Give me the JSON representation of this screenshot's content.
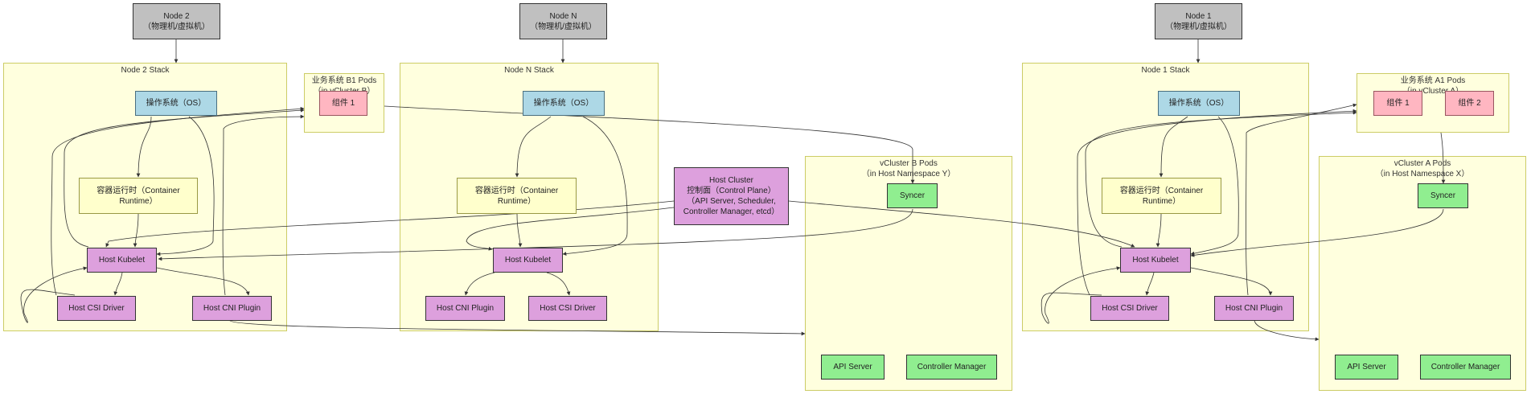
{
  "colors": {
    "physical_node": "#c0c0c0",
    "os": "#add8e6",
    "runtime": "#ffffcc",
    "host_component": "#dda0dd",
    "business_pod": "#ffb6c1",
    "vcluster_component": "#90ee90",
    "cluster_bg": "#ffffde",
    "edge": "#333333"
  },
  "nodes": {
    "node2": "Node 2\n（物理机/虚拟机）",
    "nodeN": "Node N\n（物理机/虚拟机）",
    "node1": "Node 1\n（物理机/虚拟机）",
    "control_plane": "Host Cluster\n控制面（Control Plane）\n（API Server, Scheduler,\nController Manager, etcd）"
  },
  "clusters": {
    "node2_stack": {
      "title": "Node 2 Stack",
      "os": "操作系统（OS）",
      "runtime": "容器运行时（Container\nRuntime）",
      "kubelet": "Host Kubelet",
      "csi": "Host CSI Driver",
      "cni": "Host CNI Plugin"
    },
    "b1_pods": {
      "title": "业务系统 B1 Pods\n（in vCluster B）",
      "comp1": "组件 1"
    },
    "nodeN_stack": {
      "title": "Node N Stack",
      "os": "操作系统（OS）",
      "runtime": "容器运行时（Container\nRuntime）",
      "kubelet": "Host Kubelet",
      "cni": "Host CNI Plugin",
      "csi": "Host CSI Driver"
    },
    "vclusterB": {
      "title": "vCluster B Pods\n（in Host Namespace Y）",
      "syncer": "Syncer",
      "api": "API Server",
      "cm": "Controller Manager"
    },
    "node1_stack": {
      "title": "Node 1 Stack",
      "os": "操作系统（OS）",
      "runtime": "容器运行时（Container\nRuntime）",
      "kubelet": "Host Kubelet",
      "csi": "Host CSI Driver",
      "cni": "Host CNI Plugin"
    },
    "a1_pods": {
      "title": "业务系统 A1 Pods\n（in vCluster A）",
      "comp1": "组件 1",
      "comp2": "组件 2"
    },
    "vclusterA": {
      "title": "vCluster A Pods\n（in Host Namespace X）",
      "syncer": "Syncer",
      "api": "API Server",
      "cm": "Controller Manager"
    }
  }
}
